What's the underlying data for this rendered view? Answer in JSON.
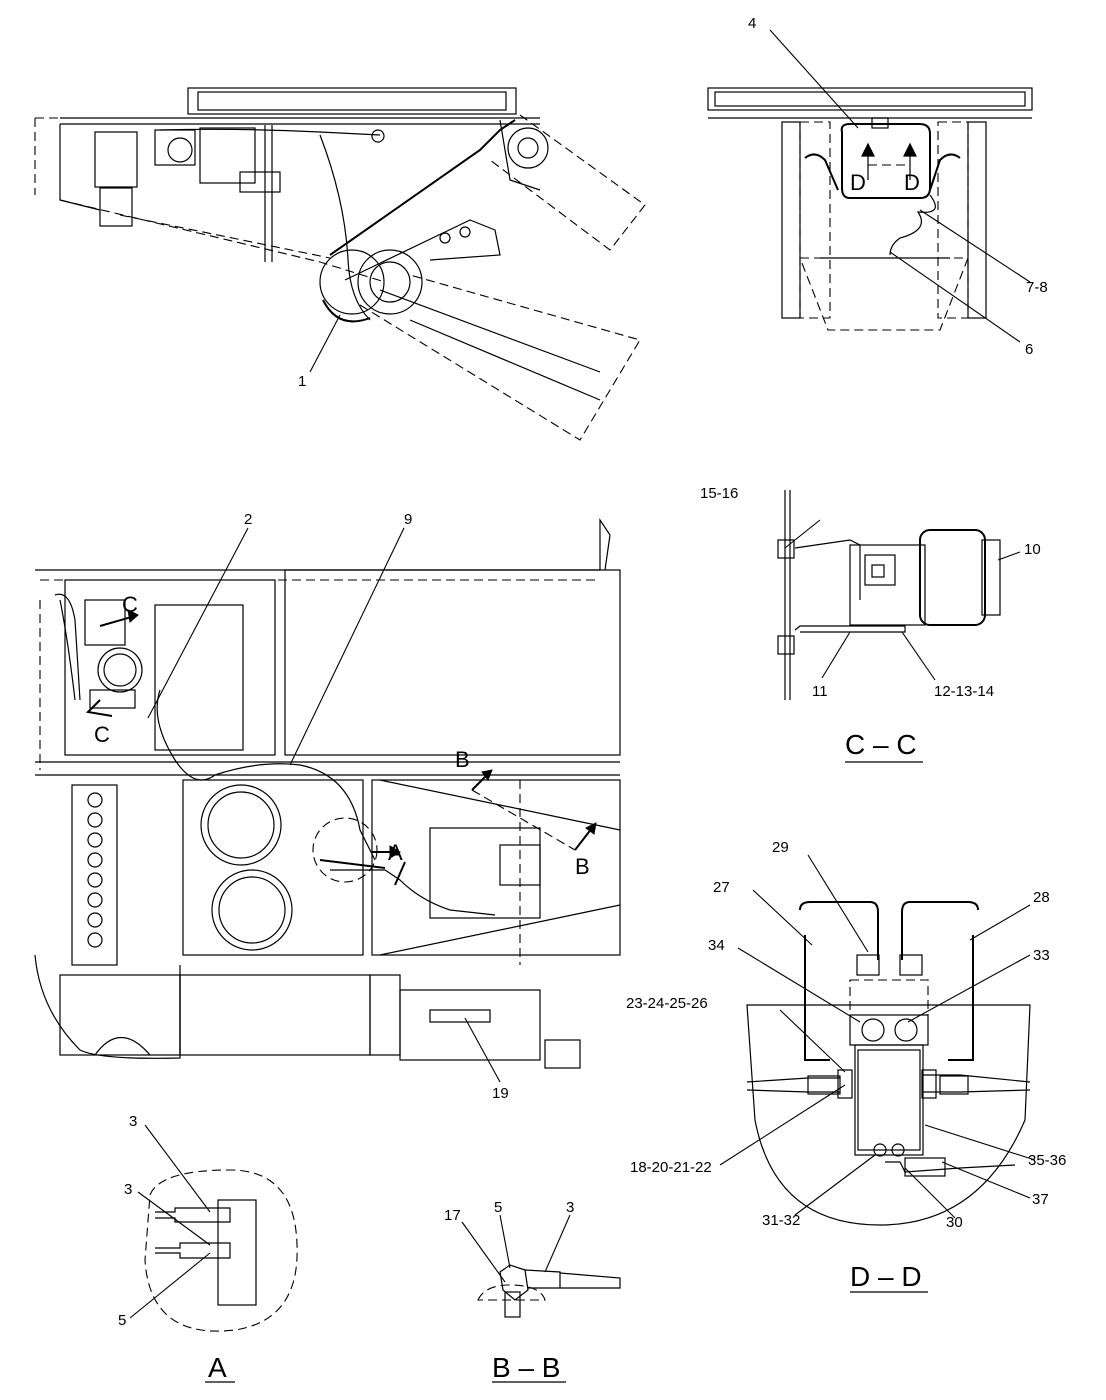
{
  "callouts": [
    {
      "text": "1"
    },
    {
      "text": "4"
    },
    {
      "text": "7-8"
    },
    {
      "text": "6"
    },
    {
      "text": "2"
    },
    {
      "text": "9"
    },
    {
      "text": "15-16"
    },
    {
      "text": "10"
    },
    {
      "text": "11"
    },
    {
      "text": "12-13-14"
    },
    {
      "text": "19"
    },
    {
      "text": "3"
    },
    {
      "text": "3"
    },
    {
      "text": "5"
    },
    {
      "text": "17"
    },
    {
      "text": "5"
    },
    {
      "text": "3"
    },
    {
      "text": "29"
    },
    {
      "text": "27"
    },
    {
      "text": "28"
    },
    {
      "text": "34"
    },
    {
      "text": "33"
    },
    {
      "text": "23-24-25-26"
    },
    {
      "text": "18-20-21-22"
    },
    {
      "text": "35-36"
    },
    {
      "text": "37"
    },
    {
      "text": "31-32"
    },
    {
      "text": "30"
    }
  ],
  "section_markers": {
    "d_left": "D",
    "d_right": "D",
    "c_top": "C",
    "c_bottom": "C",
    "a_marker": "A",
    "b_top": "B",
    "b_bottom": "B"
  },
  "view_titles": {
    "cc": "C – C",
    "dd": "D – D",
    "a": "A",
    "bb": "B – B"
  }
}
